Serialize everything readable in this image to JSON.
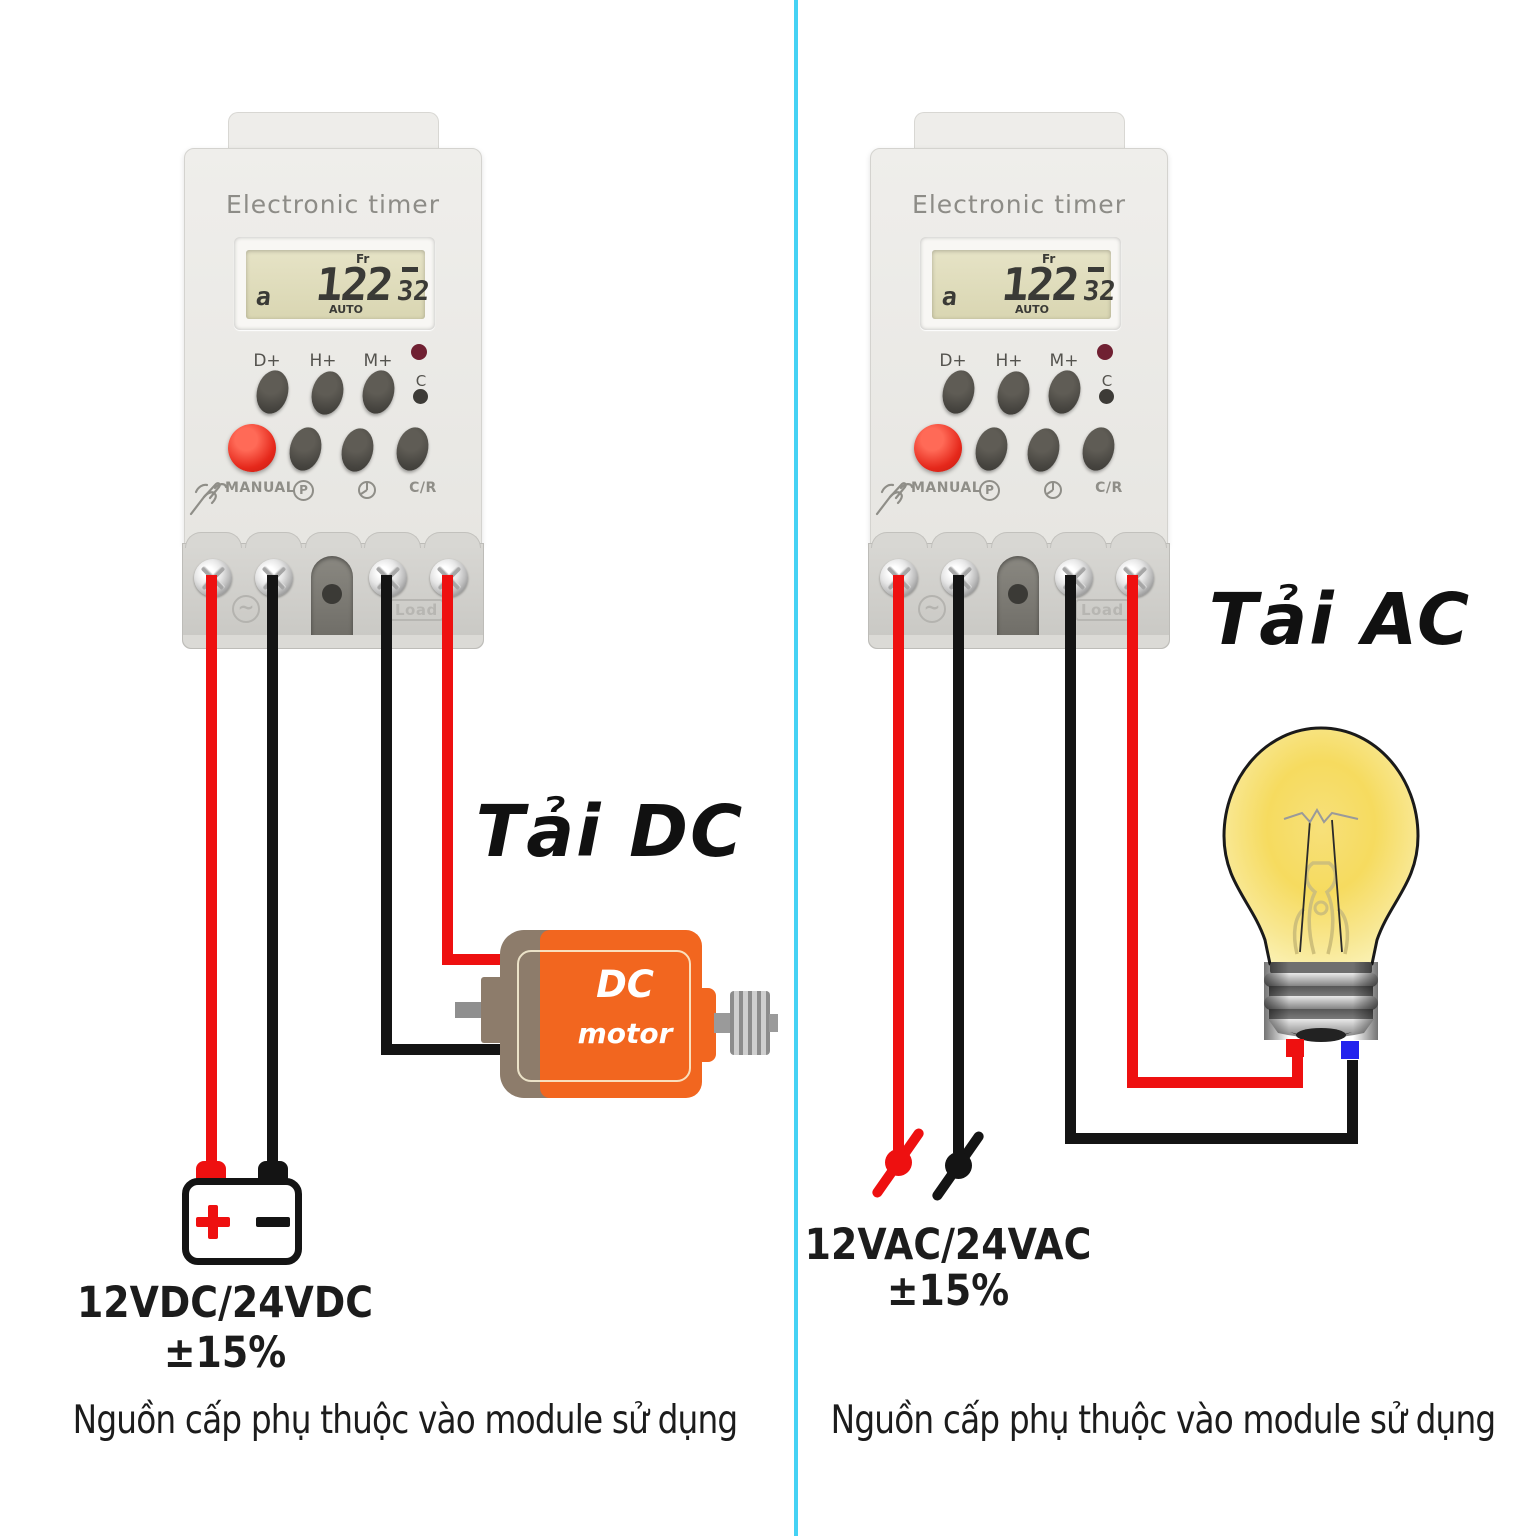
{
  "timer": {
    "title": "Electronic timer",
    "lcd": {
      "day": "a",
      "flag": "Fr",
      "time": "122",
      "seconds": "32",
      "mode": "AUTO"
    },
    "top_buttons": [
      "D+",
      "H+",
      "M+"
    ],
    "led_label": "C",
    "manual_label": "MANUAL",
    "program_label": "P",
    "cr_label": "C/R",
    "terminal": {
      "source_symbol": "~",
      "load_label": "Load"
    }
  },
  "left": {
    "load_title": "Tải DC",
    "motor": {
      "line1": "DC",
      "line2": "motor"
    },
    "battery": {
      "plus": "+",
      "minus": "−"
    },
    "supply": "12VDC/24VDC",
    "tolerance": "±15%",
    "caption": "Nguồn cấp phụ thuộc vào module sử dụng"
  },
  "right": {
    "load_title": "Tải AC",
    "supply": "12VAC/24VAC",
    "tolerance": "±15%",
    "caption": "Nguồn cấp phụ thuộc vào module sử dụng"
  },
  "icons": [
    "manual-hand-icon",
    "program-p-icon",
    "clock-icon",
    "ac-source-icon",
    "phillips-screw-icon"
  ],
  "colors": {
    "wire_red": "#ee1010",
    "wire_black": "#141414",
    "divider": "#45d2f4",
    "motor_orange": "#f2661f",
    "motor_brown": "#8d7c6b",
    "terminal_blue": "#2222ee",
    "bulb_yellow": "#f6db5f"
  }
}
